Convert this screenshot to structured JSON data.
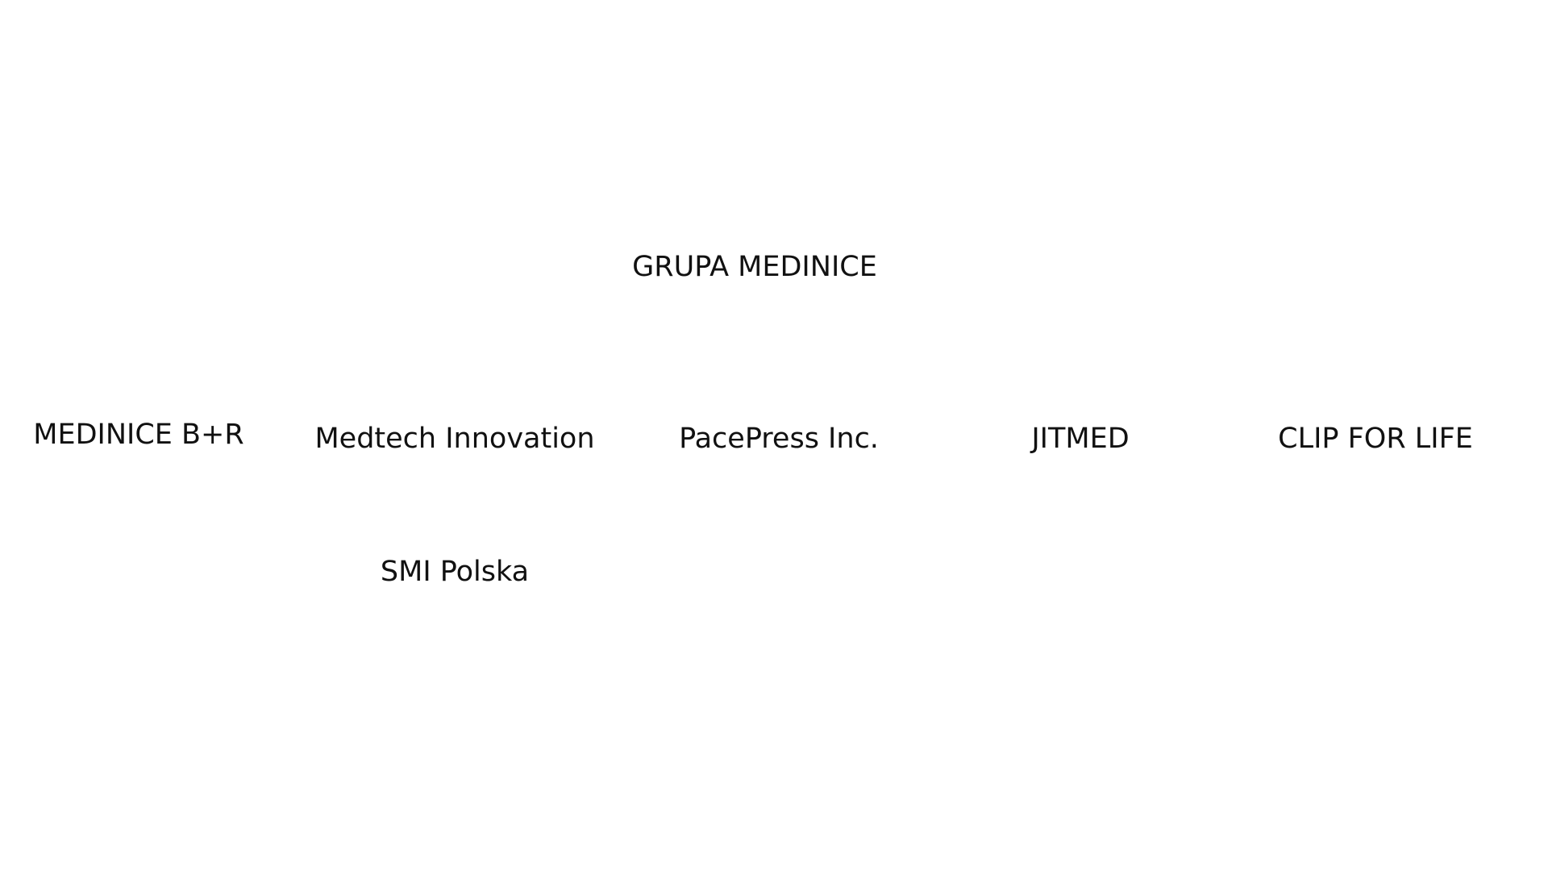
{
  "diagram": {
    "root": {
      "label": "GRUPA MEDINICE"
    },
    "children": [
      {
        "label": "MEDINICE B+R"
      },
      {
        "label": "Medtech Innovation"
      },
      {
        "label": "PacePress Inc."
      },
      {
        "label": "JITMED"
      },
      {
        "label": "CLIP FOR LIFE"
      }
    ],
    "grandchildren": [
      {
        "label": "SMI Polska"
      }
    ]
  }
}
